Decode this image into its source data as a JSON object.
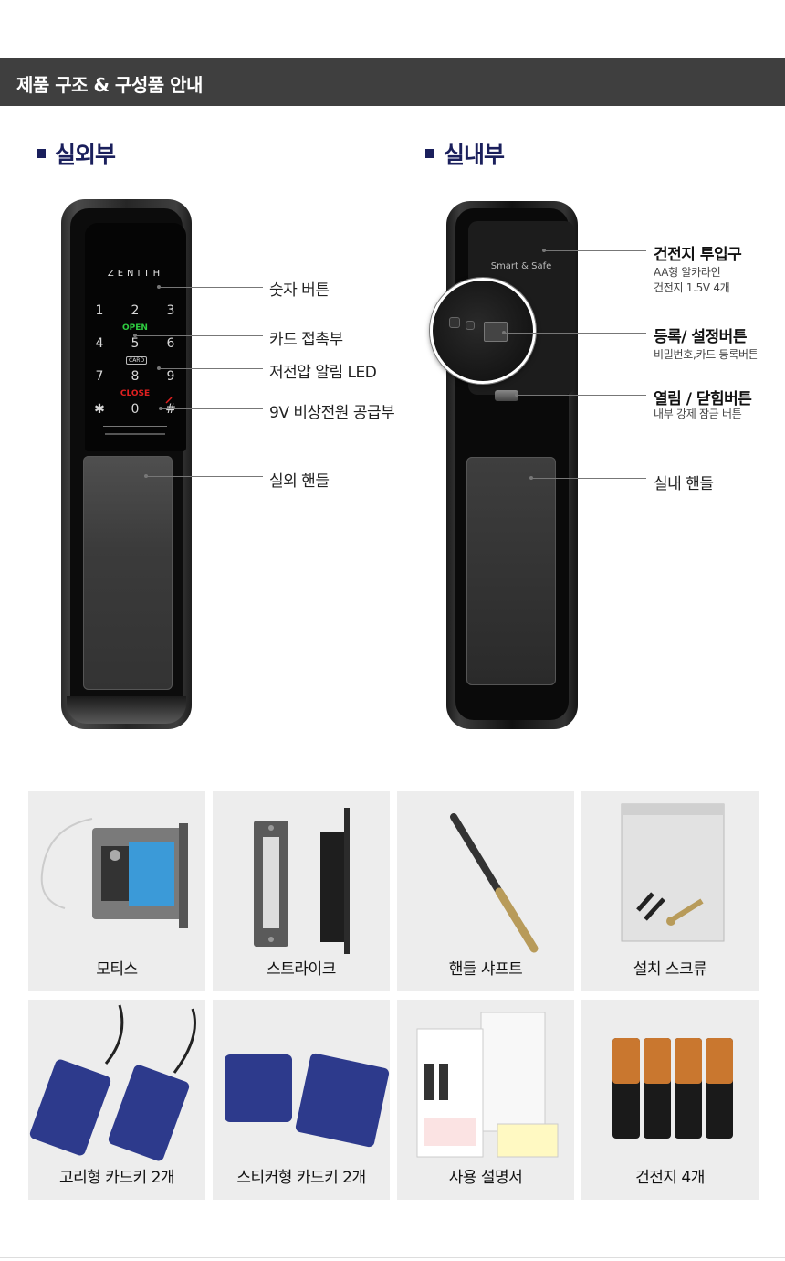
{
  "header": {
    "title": "제품 구조 & 구성품 안내"
  },
  "exterior": {
    "title": "실외부",
    "brand": "ZENITH",
    "keys": [
      "1",
      "2",
      "3",
      "4",
      "5",
      "6",
      "7",
      "8",
      "9",
      "✱",
      "0",
      "#"
    ],
    "open_text": "OPEN",
    "close_text": "CLOSE",
    "card_text": "CARD",
    "labels": {
      "number_button": "숫자 버튼",
      "card_contact": "카드 접촉부",
      "low_voltage_led": "저전압 알림 LED",
      "emergency_power": "9V 비상전원 공급부",
      "outer_handle": "실외 핸들"
    }
  },
  "interior": {
    "title": "실내부",
    "logo": "Smart & Safe",
    "labels": {
      "battery_slot": "건전지 투입구",
      "battery_slot_sub1": "AA형 알카라인",
      "battery_slot_sub2": "건전지 1.5V 4개",
      "register_button": "등록/ 설정버튼",
      "register_button_sub": "비밀번호,카드  등록버튼",
      "open_close_button": "열림 / 닫힘버튼",
      "open_close_button_sub": "내부 강제 잠금 버튼",
      "inner_handle": "실내 핸들"
    }
  },
  "components": [
    {
      "name": "모티스",
      "icon": "mortise-image"
    },
    {
      "name": "스트라이크",
      "icon": "strike-plate-image"
    },
    {
      "name": "핸들 샤프트",
      "icon": "handle-shaft-image"
    },
    {
      "name": "설치 스크류",
      "icon": "screw-bag-image"
    },
    {
      "name": "고리형 카드키 2개",
      "icon": "lanyard-card-key-image"
    },
    {
      "name": "스티커형 카드키 2개",
      "icon": "sticker-card-key-image"
    },
    {
      "name": "사용 설명서",
      "icon": "manual-image"
    },
    {
      "name": "건전지 4개",
      "icon": "battery-image"
    }
  ],
  "colors": {
    "header_bg": "#3f3f3f",
    "section_title": "#1a1f5c",
    "tile_bg": "#ededed"
  }
}
